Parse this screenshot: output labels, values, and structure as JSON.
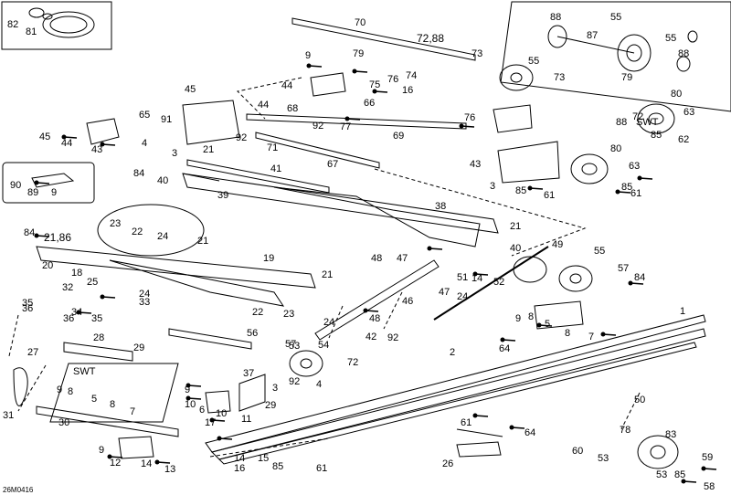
{
  "diagram_code": "26M0416",
  "variant_label": "SWT",
  "callouts": [
    "1",
    "2",
    "3",
    "4",
    "5",
    "6",
    "7",
    "8",
    "9",
    "10",
    "11",
    "12",
    "13",
    "14",
    "15",
    "16",
    "17",
    "18",
    "19",
    "20",
    "21",
    "21,86",
    "22",
    "23",
    "24",
    "25",
    "26",
    "27",
    "28",
    "29",
    "30",
    "31",
    "32",
    "33",
    "34",
    "35",
    "36",
    "37",
    "38",
    "39",
    "40",
    "41",
    "42",
    "43",
    "44",
    "45",
    "46",
    "47",
    "48",
    "49",
    "50",
    "51",
    "52",
    "53",
    "54",
    "55",
    "56",
    "57",
    "58",
    "59",
    "60",
    "61",
    "62",
    "63",
    "64",
    "65",
    "66",
    "67",
    "68",
    "69",
    "70",
    "71",
    "72",
    "72,88",
    "73",
    "74",
    "75",
    "76",
    "77",
    "78",
    "79",
    "80",
    "81",
    "82",
    "83",
    "84",
    "85",
    "86",
    "87",
    "88",
    "89",
    "90",
    "91",
    "92"
  ]
}
